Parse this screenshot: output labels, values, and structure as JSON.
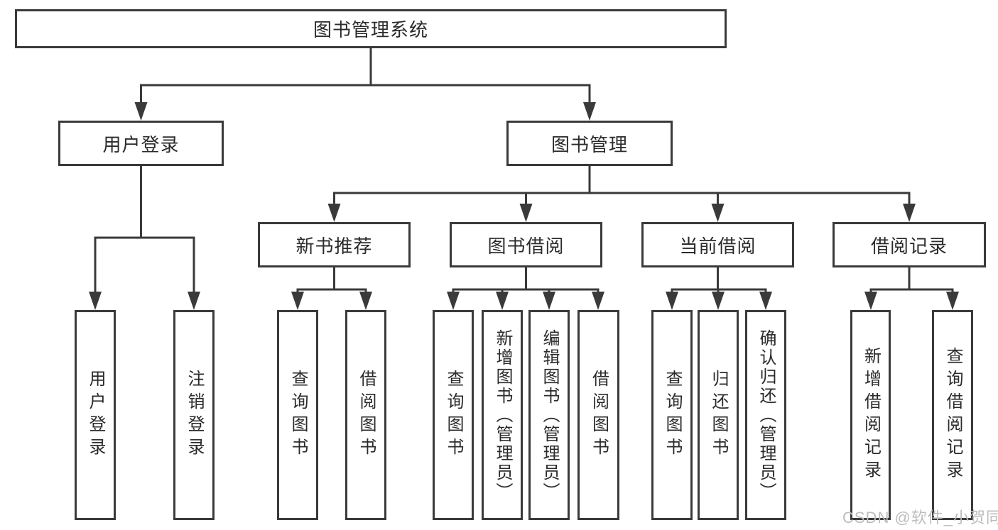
{
  "diagram": {
    "title": "图书管理系统",
    "children": [
      {
        "label": "用户登录",
        "children": [
          {
            "label": "用户登录"
          },
          {
            "label": "注销登录"
          }
        ]
      },
      {
        "label": "图书管理",
        "children": [
          {
            "label": "新书推荐",
            "children": [
              {
                "label": "查询图书"
              },
              {
                "label": "借阅图书"
              }
            ]
          },
          {
            "label": "图书借阅",
            "children": [
              {
                "label": "查询图书"
              },
              {
                "label": "新增图书（管理员）"
              },
              {
                "label": "编辑图书（管理员）"
              },
              {
                "label": "借阅图书"
              }
            ]
          },
          {
            "label": "当前借阅",
            "children": [
              {
                "label": "查询图书"
              },
              {
                "label": "归还图书"
              },
              {
                "label": "确认归还（管理员）"
              }
            ]
          },
          {
            "label": "借阅记录",
            "children": [
              {
                "label": "新增借阅记录"
              },
              {
                "label": "查询借阅记录"
              }
            ]
          }
        ]
      }
    ]
  },
  "watermark": {
    "text": "CSDN @软件_小贺同学"
  },
  "colors": {
    "line": "#3a3a3a",
    "text": "#2b2b2b",
    "watermark": "#bdbdbd",
    "background": "#ffffff"
  }
}
